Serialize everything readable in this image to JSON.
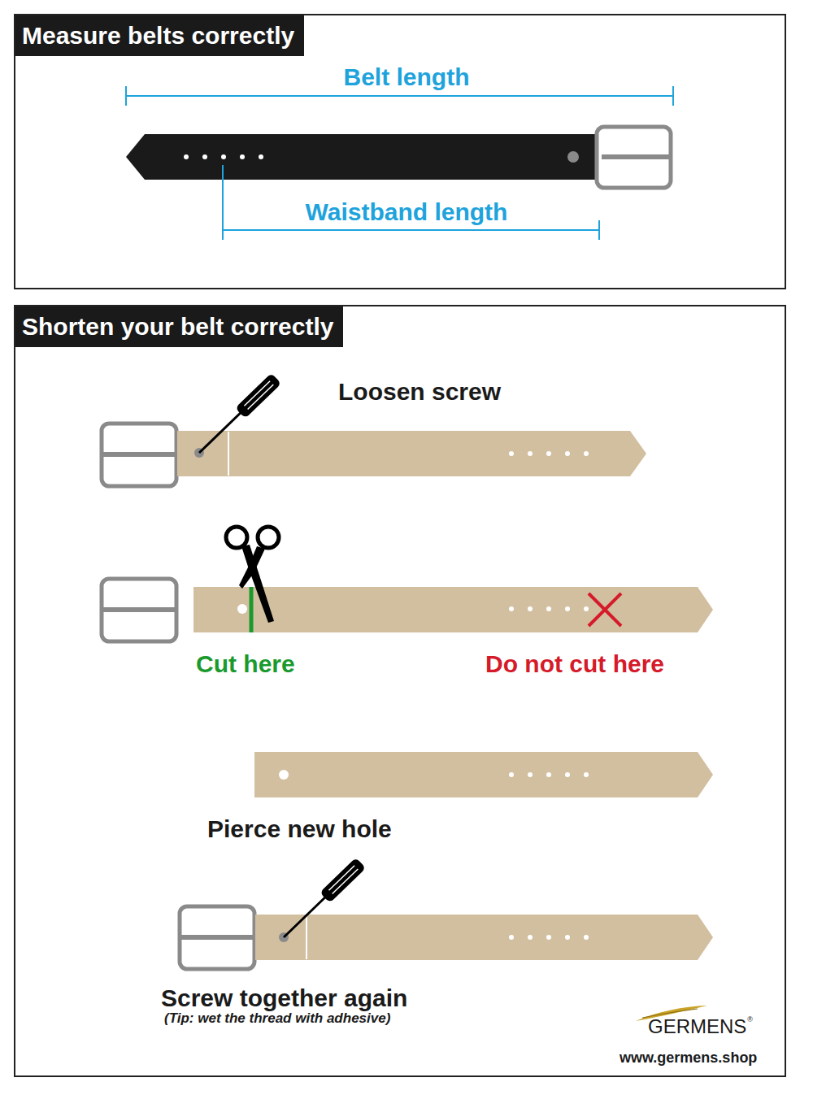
{
  "diagram": {
    "nodes": [
      {
        "text": [
          "Measure belts correctly"
        ]
      },
      {
        "text": [
          "Shorten your belt correctly"
        ]
      }
    ],
    "labels": [
      "Belt length",
      "Waistband length",
      "Loosen screw",
      "Cut here",
      "Do not cut here",
      "Pierce new hole",
      "Screw together again",
      "(Tip: wet the thread with adhesive)",
      "GERMENS",
      "®",
      "www.germens.shop"
    ]
  }
}
